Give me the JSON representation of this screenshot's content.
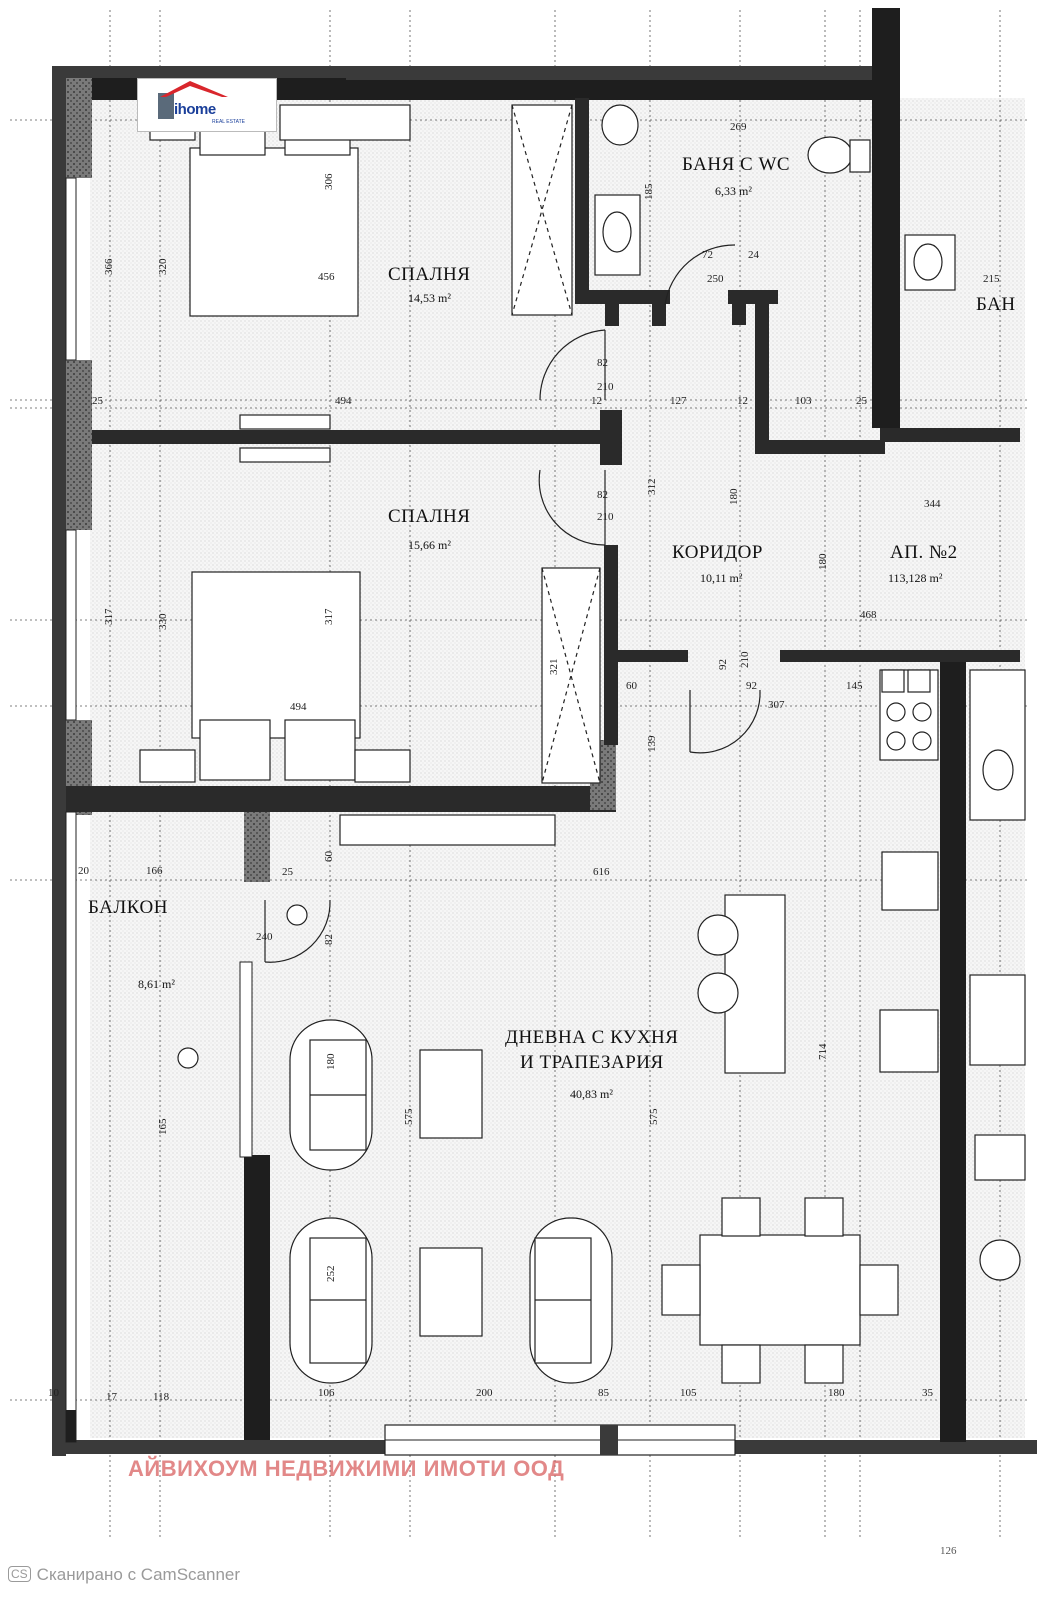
{
  "rooms": {
    "bedroom_top": {
      "name": "СПАЛНЯ",
      "area": "14,53 m²"
    },
    "bedroom_middle": {
      "name": "СПАЛНЯ",
      "area": "15,66 m²"
    },
    "bathroom": {
      "name": "БАНЯ С WC",
      "area": "6,33 m²"
    },
    "bathroom_partial": {
      "name": "БАН"
    },
    "corridor": {
      "name": "КОРИДОР",
      "area": "10,11 m²"
    },
    "apartment": {
      "name": "АП. №2",
      "area": "113,128 m²"
    },
    "balcony": {
      "name": "БАЛКОН",
      "area": "8,61 m²"
    },
    "living": {
      "name_line1": "ДНЕВНА С КУХНЯ",
      "name_line2": "И ТРАПЕЗАРИЯ",
      "area": "40,83 m²"
    }
  },
  "dimensions": {
    "d494a": "494",
    "d494b": "494",
    "d456": "456",
    "d306": "306",
    "d366": "366",
    "d320": "320",
    "d269": "269",
    "d185": "185",
    "d250": "250",
    "d72": "72",
    "d24": "24",
    "d215": "215",
    "d82a": "82",
    "d210a": "210",
    "d82b": "82",
    "d210b": "210",
    "d127": "127",
    "d103": "103",
    "d12a": "12",
    "d12b": "12",
    "d25a": "25",
    "d25b": "25",
    "d344": "344",
    "d180a": "180",
    "d180b": "180",
    "d312": "312",
    "d317a": "317",
    "d317b": "317",
    "d330": "330",
    "d321": "321",
    "d468": "468",
    "d60a": "60",
    "d92a": "92",
    "d210c": "210",
    "d92b": "92",
    "d307": "307",
    "d145": "145",
    "d139": "139",
    "d616": "616",
    "d60b": "60",
    "d25c": "25",
    "d20": "20",
    "d166": "166",
    "d240": "240",
    "d82c": "82",
    "d714": "714",
    "d575a": "575",
    "d575b": "575",
    "d180c": "180",
    "d252": "252",
    "d165": "165",
    "d17": "17",
    "d118": "118",
    "d106": "106",
    "d200": "200",
    "d85": "85",
    "d105": "105",
    "d180d": "180",
    "d35": "35",
    "d10": "10"
  },
  "logo": {
    "text": "ihome",
    "subtext": "REAL ESTATE"
  },
  "watermark": "АЙВИХОУМ НЕДВИЖИМИ ИМОТИ ООД",
  "scanner": {
    "badge": "CS",
    "text": "Сканирано с CamScanner"
  },
  "page_number": "126",
  "colors": {
    "wall": "#1e1e1e",
    "wall_hatch": "#6a6a6a",
    "line": "#222222",
    "watermark": "#d75a5a",
    "logo": "#1a3f9a"
  }
}
